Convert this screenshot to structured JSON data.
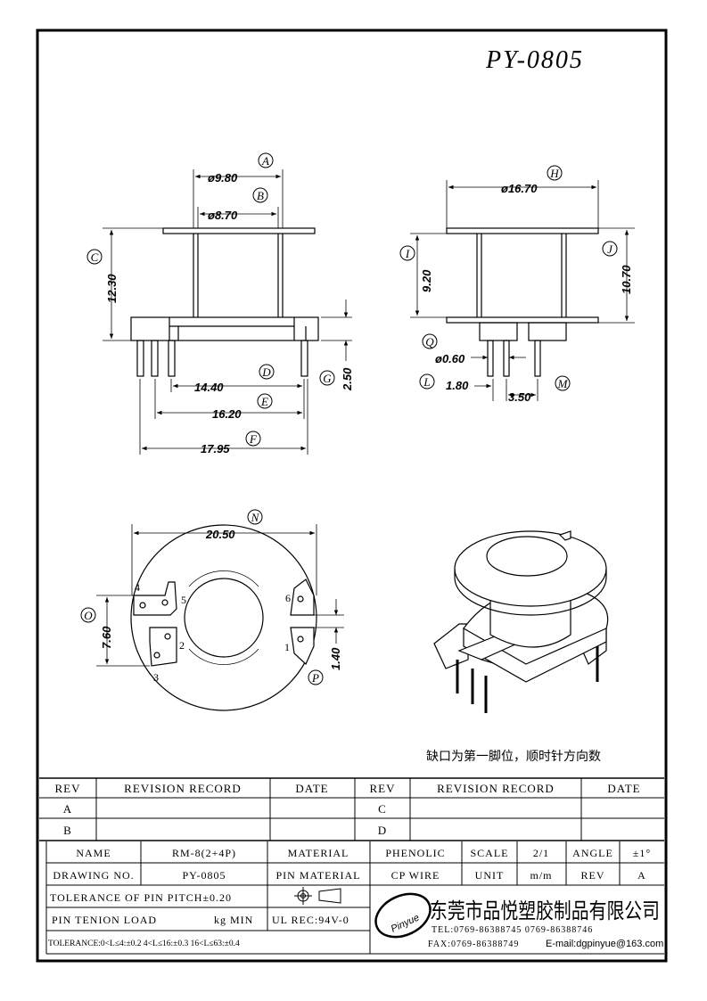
{
  "title": "PY-0805",
  "dims": {
    "A": "A",
    "A_val": "ø9.80",
    "B": "B",
    "B_val": "ø8.70",
    "C": "C",
    "C_val": "12.30",
    "D": "D",
    "D_val": "14.40",
    "E": "E",
    "E_val": "16.20",
    "F": "F",
    "F_val": "17.95",
    "G": "G",
    "G_val": "2.50",
    "H": "H",
    "H_val": "ø16.70",
    "I": "I",
    "I_val": "9.20",
    "J": "J",
    "J_val": "10.70",
    "L": "L",
    "L_val": "1.80",
    "M": "M",
    "M_val": "3.50",
    "Q": "Q",
    "Q_val": "ø0.60",
    "N": "N",
    "N_val": "20.50",
    "O": "O",
    "O_val": "7.60",
    "P": "P",
    "P_val": "1.40"
  },
  "pins": {
    "p1": "1",
    "p2": "2",
    "p3": "3",
    "p4": "4",
    "p5": "5",
    "p6": "6"
  },
  "note": "缺口为第一脚位，顺时针方向数",
  "revision": {
    "headers": [
      "REV",
      "REVISION RECORD",
      "DATE",
      "REV",
      "REVISION RECORD",
      "DATE"
    ],
    "rows": [
      [
        "A",
        "",
        "",
        "C",
        "",
        ""
      ],
      [
        "B",
        "",
        "",
        "D",
        "",
        ""
      ]
    ]
  },
  "info": {
    "name_label": "NAME",
    "name_value": "RM-8(2+4P)",
    "material_label": "MATERIAL",
    "material_value": "PHENOLIC",
    "scale_label": "SCALE",
    "scale_value": "2/1",
    "angle_label": "ANGLE",
    "angle_value": "±1°",
    "drawing_label": "DRAWING NO.",
    "drawing_value": "PY-0805",
    "pin_material_label": "PIN MATERIAL",
    "pin_material_value": "CP WIRE",
    "unit_label": "UNIT",
    "unit_value": "m/m",
    "rev_label": "REV",
    "rev_value": "A",
    "tolerance_pitch": "TOLERANCE OF PIN PITCH±0.20",
    "pin_tension_label": "PIN TENION LOAD",
    "pin_tension_unit": "kg MIN",
    "ul": "UL REC:94V-0",
    "tolerance_general": "TOLERANCE:0<L≤4:±0.2  4<L≤16:±0.3  16<L≤63:±0.4"
  },
  "company": {
    "logo_text": "Pinyue",
    "name": "东莞市品悦塑胶制品有限公司",
    "tel": "TEL:0769-86388745  0769-86388746",
    "fax": "FAX:0769-86388749",
    "email": "E-mail:dgpinyue@163.com"
  }
}
